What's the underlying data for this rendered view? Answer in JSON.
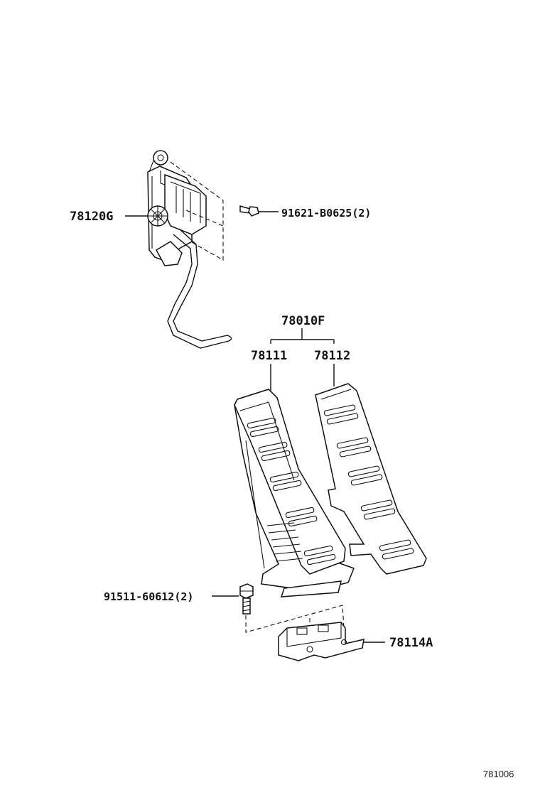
{
  "callouts": {
    "sensor_assembly": "78120G",
    "sensor_bolt": "91621-B0625(2)",
    "pedal_assembly": "78010F",
    "pedal_pad_left": "78111",
    "pedal_pad_right": "78112",
    "bracket_bolt": "91511-60612(2)",
    "bracket": "78114A"
  },
  "footer": {
    "diagram_code": "781006"
  }
}
